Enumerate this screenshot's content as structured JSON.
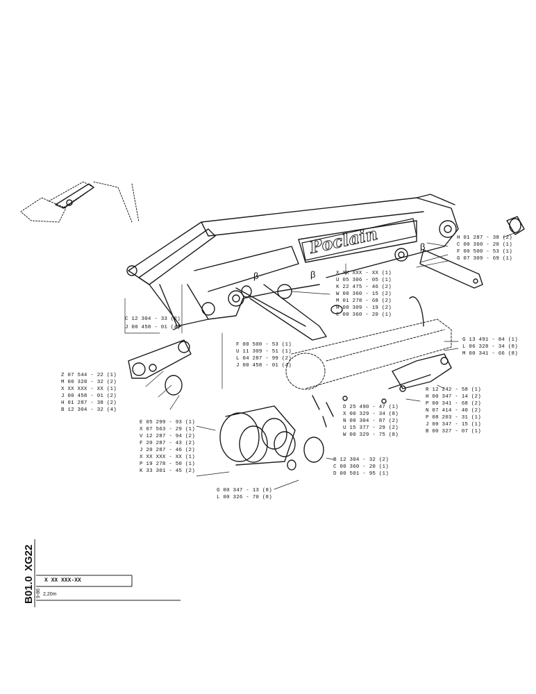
{
  "brand_text": "Poclain",
  "sheet": {
    "model": "XG22",
    "section": "B01.0",
    "date": "9-86",
    "ref": "X XX XXX-XX",
    "version": "2,20m"
  },
  "marks": {
    "beta1": "β",
    "beta2": "β",
    "beta3": "β"
  },
  "labels": {
    "top_right": [
      "H 01 287 - 38 (2)",
      "C 00 360 - 20 (1)",
      "F 00 500 - 53 (1)",
      "G 07 309 - 69 (1)"
    ],
    "top_center": [
      "X XX XXX - XX (1)",
      "U 05 306 - 05 (1)",
      "K 22 475 - 46 (2)",
      "W 00 360 - 15 (2)",
      "M 01 278 - 68 (2)",
      "H 00 309 - 19 (2)",
      "C 00 360 - 20 (1)"
    ],
    "left_upper": [
      "C 12 304 - 33 (2)",
      "J 00 458 - 01 (4)"
    ],
    "center": [
      "F 00 500 - 53 (1)",
      "U 11 309 - 51 (1)",
      "L 04 287 - 99 (2)",
      "J 00 458 - 01 (4)"
    ],
    "left_mid": [
      "Z 07 544 - 22 (1)",
      "M 00 328 - 32 (2)",
      "X XX XXX - XX (1)",
      "J 00 458 - 01 (2)",
      "H 01 287 - 38 (2)",
      "B 12 304 - 32 (4)"
    ],
    "right_mid": [
      "G 13 491 - 84 (1)",
      "L 06 328 - 34 (8)",
      "M 00 341 - 66 (8)"
    ],
    "right_lower": [
      "R 12 242 - 58 (1)",
      "H 00 347 - 14 (2)",
      "P 00 341 - 68 (2)",
      "N 07 414 - 40 (2)",
      "P 08 203 - 31 (1)",
      "J 00 347 - 15 (1)",
      "B 00 327 - 07 (1)"
    ],
    "middle_lower": [
      "D 25 490 - 47 (1)",
      "X 00 329 - 34 (8)",
      "N 00 304 - 87 (2)",
      "U 15 377 - 29 (2)",
      "W 00 329 - 75 (8)"
    ],
    "left_lower": [
      "E 05 299 - 93 (1)",
      "X 07 563 - 29 (1)",
      "V 12 287 - 94 (2)",
      "F 20 287 - 43 (2)",
      "J 20 287 - 46 (2)",
      "X XX XXX - XX (1)",
      "P 19 278 - 50 (1)",
      "K 33 301 - 45 (2)"
    ],
    "bottom_right": [
      "B 12 304 - 32 (2)",
      "C 00 360 - 20 (1)",
      "D 00 501 - 95 (1)"
    ],
    "bottom_center": [
      "G 00 347 - 13 (8)",
      "L 00 326 - 70 (8)"
    ]
  }
}
